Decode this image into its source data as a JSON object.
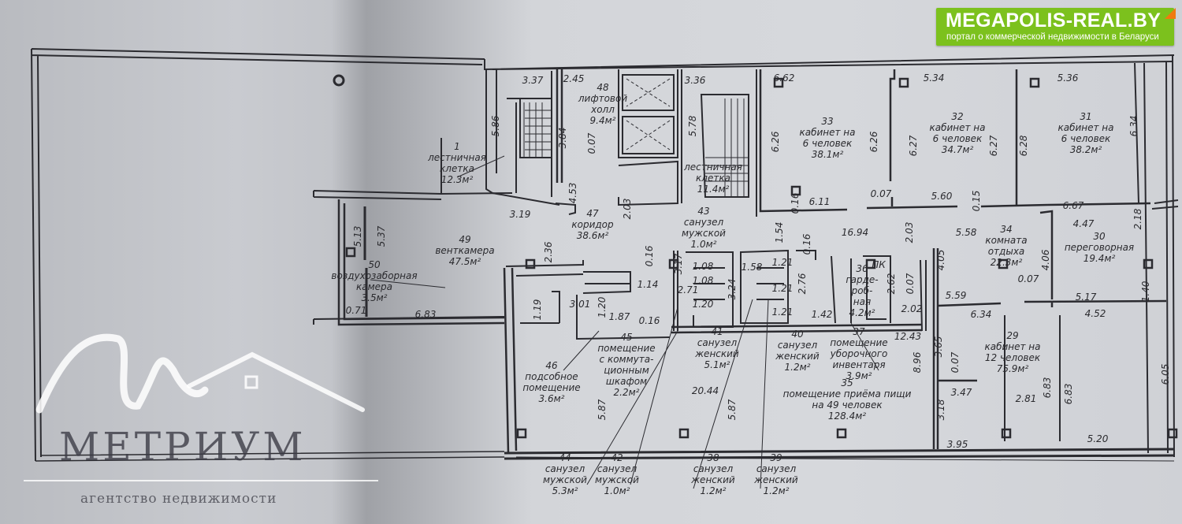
{
  "badge": {
    "title": "MEGAPOLIS-REAL.BY",
    "subtitle": "портал о коммерческой недвижимости в Беларуси",
    "color": "#7cc11d",
    "corner_color": "#f07a10"
  },
  "watermark": {
    "title": "МЕТРИУМ",
    "subtitle": "агентство недвижимости"
  },
  "rooms": [
    {
      "num": "1",
      "lines": [
        "лестничная",
        "клетка"
      ],
      "area": "12.3м²"
    },
    {
      "num": "48",
      "lines": [
        "лифтовой",
        "холл"
      ],
      "area": "9.4м²"
    },
    {
      "num": "",
      "lines": [
        "лестничная",
        "клетка"
      ],
      "area": "11.4м²"
    },
    {
      "num": "43",
      "lines": [
        "санузел",
        "мужской"
      ],
      "area": "1.0м²"
    },
    {
      "num": "33",
      "lines": [
        "кабинет на",
        "6 человек"
      ],
      "area": "38.1м²"
    },
    {
      "num": "32",
      "lines": [
        "кабинет на",
        "6 человек"
      ],
      "area": "34.7м²"
    },
    {
      "num": "31",
      "lines": [
        "кабинет на",
        "6 человек"
      ],
      "area": "38.2м²"
    },
    {
      "num": "47",
      "lines": [
        "коридор"
      ],
      "area": "38.6м²"
    },
    {
      "num": "49",
      "lines": [
        "венткамера"
      ],
      "area": "47.5м²"
    },
    {
      "num": "50",
      "lines": [
        "воздухозаборная",
        "камера"
      ],
      "area": "3.5м²"
    },
    {
      "num": "34",
      "lines": [
        "комната",
        "отдыха"
      ],
      "area": "22.3м²"
    },
    {
      "num": "30",
      "lines": [
        "переговорная"
      ],
      "area": "19.4м²"
    },
    {
      "num": "45",
      "lines": [
        "помещение",
        "с коммута-",
        "ционным",
        "шкафом"
      ],
      "area": "2.2м²"
    },
    {
      "num": "41",
      "lines": [
        "санузел",
        "женский"
      ],
      "area": "5.1м²"
    },
    {
      "num": "40",
      "lines": [
        "санузел",
        "женский"
      ],
      "area": "1.2м²"
    },
    {
      "num": "37",
      "lines": [
        "помещение",
        "уборочного",
        "инвентаря"
      ],
      "area": "3.9м²"
    },
    {
      "num": "36",
      "lines": [
        "гарде-",
        "роб-",
        "ная"
      ],
      "area": "4.2м²"
    },
    {
      "num": "46",
      "lines": [
        "подсобное",
        "помещение"
      ],
      "area": "3.6м²"
    },
    {
      "num": "35",
      "lines": [
        "помещение приёма пищи",
        "на 49 человек"
      ],
      "area": "128.4м²"
    },
    {
      "num": "29",
      "lines": [
        "кабинет на",
        "12 человек"
      ],
      "area": "75.9м²"
    },
    {
      "num": "44",
      "lines": [
        "санузел",
        "мужской"
      ],
      "area": "5.3м²"
    },
    {
      "num": "42",
      "lines": [
        "санузел",
        "мужской"
      ],
      "area": "1.0м²"
    },
    {
      "num": "38",
      "lines": [
        "санузел",
        "женский"
      ],
      "area": "1.2м²"
    },
    {
      "num": "39",
      "lines": [
        "санузел",
        "женский"
      ],
      "area": "1.2м²"
    }
  ],
  "dimensions": [
    "3.37",
    "2.45",
    "3.36",
    "6.62",
    "5.34",
    "5.36",
    "5.86",
    "3.84",
    "0.07",
    "5.78",
    "6.26",
    "6.26",
    "6.27",
    "6.27",
    "6.28",
    "6.34",
    "4.53",
    "3.19",
    "0.16",
    "6.11",
    "0.07",
    "5.60",
    "0.15",
    "6.67",
    "2.03",
    "1.54",
    "16.94",
    "2.03",
    "5.58",
    "4.47",
    "2.18",
    "0.16",
    "4.05",
    "4.06",
    "0.07",
    "5.13",
    "5.37",
    "2.36",
    "0.16",
    "3.17",
    "1.08",
    "1.58",
    "1.21",
    "1.14",
    "1.08",
    "2.71",
    "3.24",
    "1.21",
    "2.76",
    "2.62",
    "0.07",
    "2.02",
    "1.40",
    "0.71",
    "6.83",
    "1.19",
    "3.01",
    "1.20",
    "1.87",
    "0.16",
    "1.20",
    "1.21",
    "1.42",
    "5.59",
    "5.17",
    "6.34",
    "4.52",
    "12.43",
    "3.65",
    "0.07",
    "20.44",
    "5.87",
    "5.87",
    "8.96",
    "6.83",
    "6.83",
    "6.05",
    "3.47",
    "2.81",
    "3.18",
    "3.95",
    "5.20",
    "ПК"
  ]
}
